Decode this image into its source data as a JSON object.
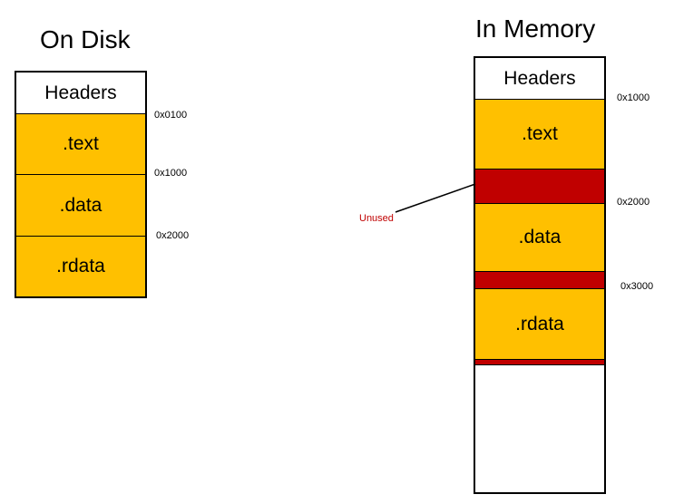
{
  "on_disk": {
    "title": "On Disk",
    "sections": [
      {
        "label": "Headers",
        "color": "#FFFFFF"
      },
      {
        "label": ".text",
        "color": "#FFC000"
      },
      {
        "label": ".data",
        "color": "#FFC000"
      },
      {
        "label": ".rdata",
        "color": "#FFC000"
      }
    ],
    "addresses": [
      "0x0100",
      "0x1000",
      "0x2000"
    ]
  },
  "in_memory": {
    "title": "In Memory",
    "sections": [
      {
        "label": "Headers",
        "color": "#FFFFFF"
      },
      {
        "label": ".text",
        "color": "#FFC000"
      },
      {
        "label": "",
        "color": "#C00000"
      },
      {
        "label": ".data",
        "color": "#FFC000"
      },
      {
        "label": "",
        "color": "#C00000"
      },
      {
        "label": ".rdata",
        "color": "#FFC000"
      },
      {
        "label": "",
        "color": "#C00000"
      },
      {
        "label": "",
        "color": "#FFFFFF"
      }
    ],
    "addresses": [
      "0x1000",
      "0x2000",
      "0x3000"
    ],
    "unused_label": "Unused"
  }
}
